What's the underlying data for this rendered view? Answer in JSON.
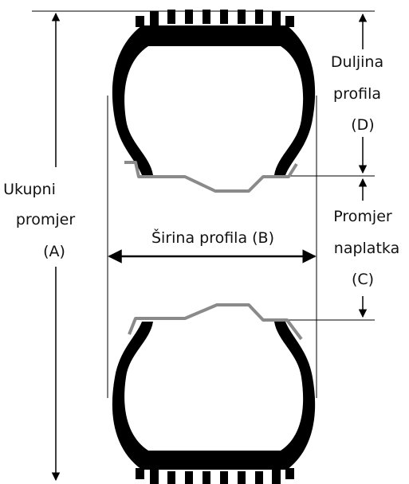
{
  "diagram": {
    "colors": {
      "tire": "#000000",
      "rim": "#8a8a8a",
      "line": "#000000",
      "background": "#ffffff"
    },
    "labels": {
      "overall_diameter": [
        "Ukupni",
        "promjer",
        "(A)"
      ],
      "section_width": "Širina profila (B)",
      "sidewall_height": [
        "Duljina",
        "profila",
        "(D)"
      ],
      "rim_diameter": [
        "Promjer",
        "naplatka",
        "(C)"
      ]
    }
  }
}
